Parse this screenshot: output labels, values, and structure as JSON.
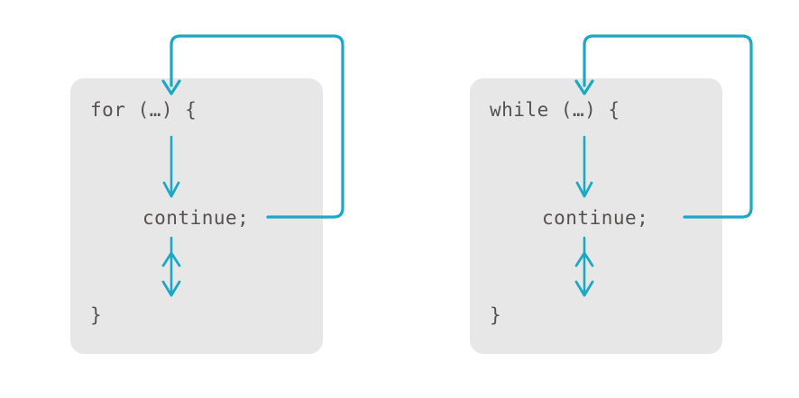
{
  "diagram": {
    "title": "continue statement control flow",
    "background_color": "#ffffff",
    "box_color": "#e7e7e8",
    "code_color": "#56514f",
    "arrow_color": "#1aa8c4",
    "panels": [
      {
        "id": "for-loop",
        "keyword": "for",
        "code": {
          "header": "for (…) {",
          "body": "continue;",
          "close": "}"
        },
        "arrows": [
          {
            "name": "entry-arrow",
            "kind": "down-arrow",
            "from": "loop-back-top",
            "to": "loop-header"
          },
          {
            "name": "header-to-continue-arrow",
            "kind": "down-arrow",
            "from": "loop-header",
            "to": "continue-statement"
          },
          {
            "name": "skipped-code-arrow",
            "kind": "blocked-down-arrow",
            "from": "continue-statement",
            "to": "loop-end",
            "note": "barred — remaining body is skipped"
          },
          {
            "name": "continue-loopback-arrow",
            "kind": "loop-back",
            "from": "continue-statement",
            "to": "loop-header"
          }
        ]
      },
      {
        "id": "while-loop",
        "keyword": "while",
        "code": {
          "header": "while (…) {",
          "body": "continue;",
          "close": "}"
        },
        "arrows": [
          {
            "name": "entry-arrow",
            "kind": "down-arrow",
            "from": "loop-back-top",
            "to": "loop-header"
          },
          {
            "name": "header-to-continue-arrow",
            "kind": "down-arrow",
            "from": "loop-header",
            "to": "continue-statement"
          },
          {
            "name": "skipped-code-arrow",
            "kind": "blocked-down-arrow",
            "from": "continue-statement",
            "to": "loop-end",
            "note": "barred — remaining body is skipped"
          },
          {
            "name": "continue-loopback-arrow",
            "kind": "loop-back",
            "from": "continue-statement",
            "to": "loop-header"
          }
        ]
      }
    ]
  }
}
